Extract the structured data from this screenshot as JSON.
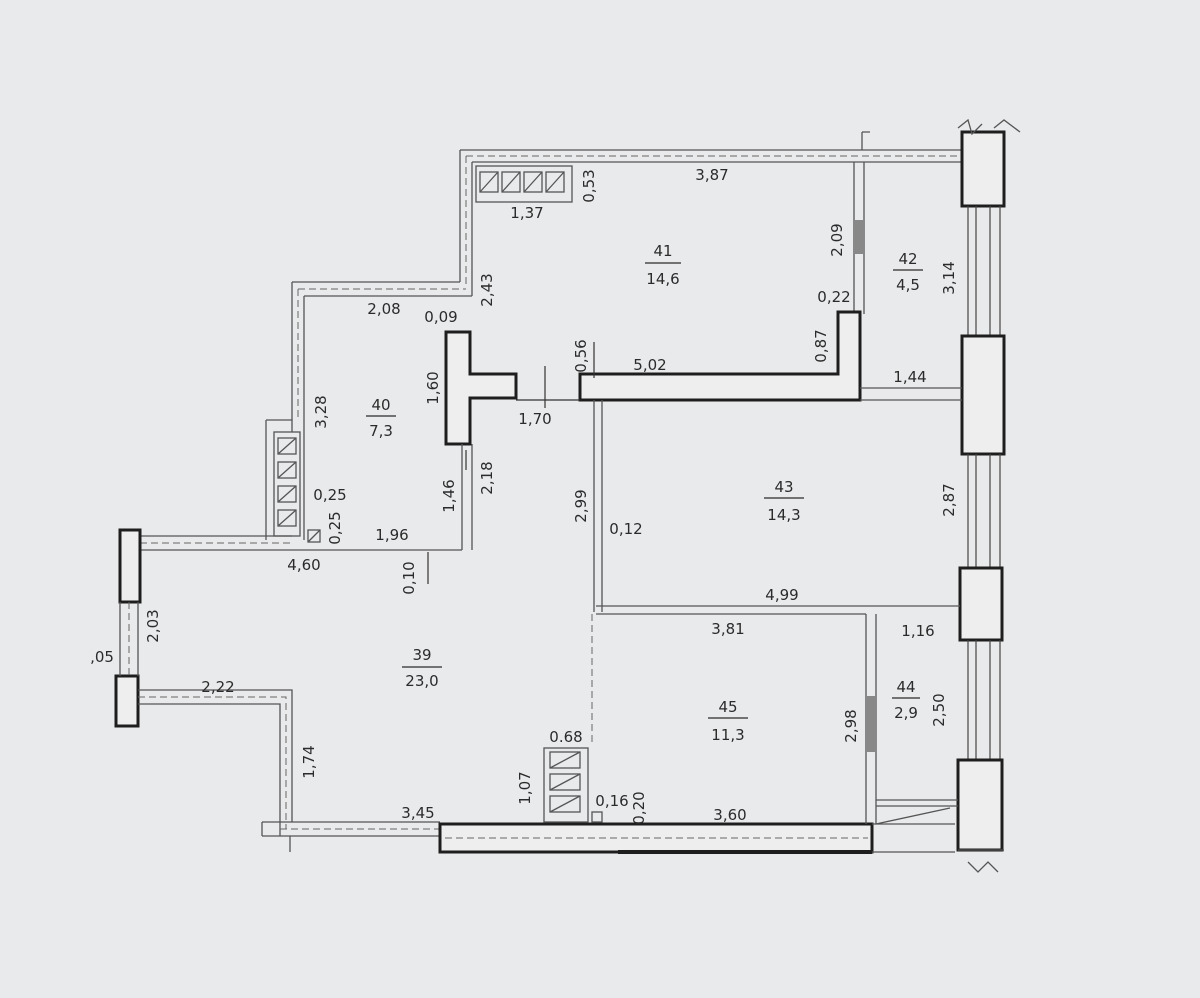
{
  "rooms": [
    {
      "number": "39",
      "area": "23,0"
    },
    {
      "number": "40",
      "area": "7,3"
    },
    {
      "number": "41",
      "area": "14,6"
    },
    {
      "number": "42",
      "area": "4,5"
    },
    {
      "number": "43",
      "area": "14,3"
    },
    {
      "number": "44",
      "area": "2,9"
    },
    {
      "number": "45",
      "area": "11,3"
    }
  ],
  "dimensions": {
    "d_3_87": "3,87",
    "d_1_37": "1,37",
    "d_0_53": "0,53",
    "d_2_09": "2,09",
    "d_3_14": "3,14",
    "d_0_22": "0,22",
    "d_0_87": "0,87",
    "d_2_43": "2,43",
    "d_2_08": "2,08",
    "d_0_09": "0,09",
    "d_0_56": "0,56",
    "d_5_02": "5,02",
    "d_1_44": "1,44",
    "d_1_60": "1,60",
    "d_1_70": "1,70",
    "d_3_28": "3,28",
    "d_2_18": "2,18",
    "d_1_46": "1,46",
    "d_2_99": "2,99",
    "d_0_12": "0,12",
    "d_2_87": "2,87",
    "d_0_25a": "0,25",
    "d_0_25b": "0,25",
    "d_1_96": "1,96",
    "d_4_60": "4,60",
    "d_0_10": "0,10",
    "d_4_99": "4,99",
    "d_3_81": "3,81",
    "d_1_16": "1,16",
    "d_2_03": "2,03",
    "d_05": ",05",
    "d_2_22": "2,22",
    "d_2_50": "2,50",
    "d_2_98": "2,98",
    "d_0_68": "0.68",
    "d_1_74": "1,74",
    "d_1_07": "1,07",
    "d_0_16": "0,16",
    "d_0_20": "0,20",
    "d_3_45": "3,45",
    "d_3_60": "3,60"
  }
}
